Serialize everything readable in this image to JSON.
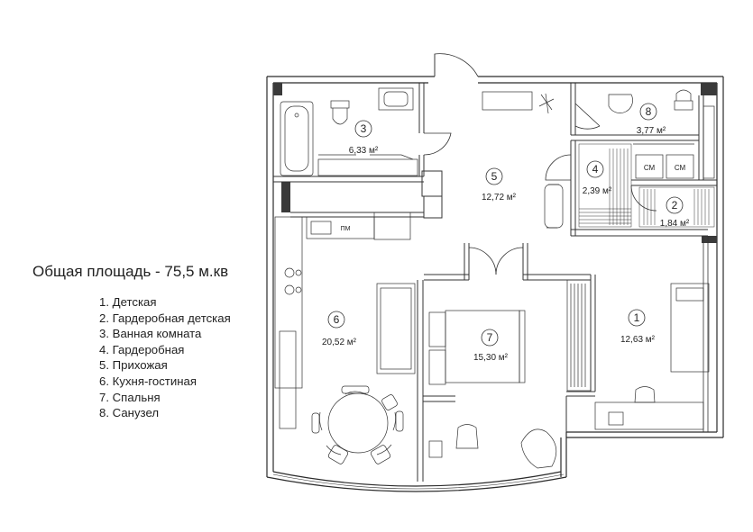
{
  "total_area_text": "Общая площадь -  75,5 м.кв",
  "legend": [
    "1. Детская",
    "2. Гардеробная детская",
    "3. Ванная комната",
    "4. Гардеробная",
    "5. Прихожая",
    "6. Кухня-гостиная",
    "7. Спальня",
    "8. Санузел"
  ],
  "rooms": [
    {
      "number": "1",
      "area": "12,63 м²"
    },
    {
      "number": "2",
      "area": "1,84 м²"
    },
    {
      "number": "3",
      "area": "6,33 м²"
    },
    {
      "number": "4",
      "area": "2,39 м²"
    },
    {
      "number": "5",
      "area": "12,72 м²"
    },
    {
      "number": "6",
      "area": "20,52 м²"
    },
    {
      "number": "7",
      "area": "15,30 м²"
    },
    {
      "number": "8",
      "area": "3,77 м²"
    }
  ],
  "fixture_labels": {
    "dishwasher": "ПМ",
    "washer_1": "СМ",
    "washer_2": "СМ"
  }
}
